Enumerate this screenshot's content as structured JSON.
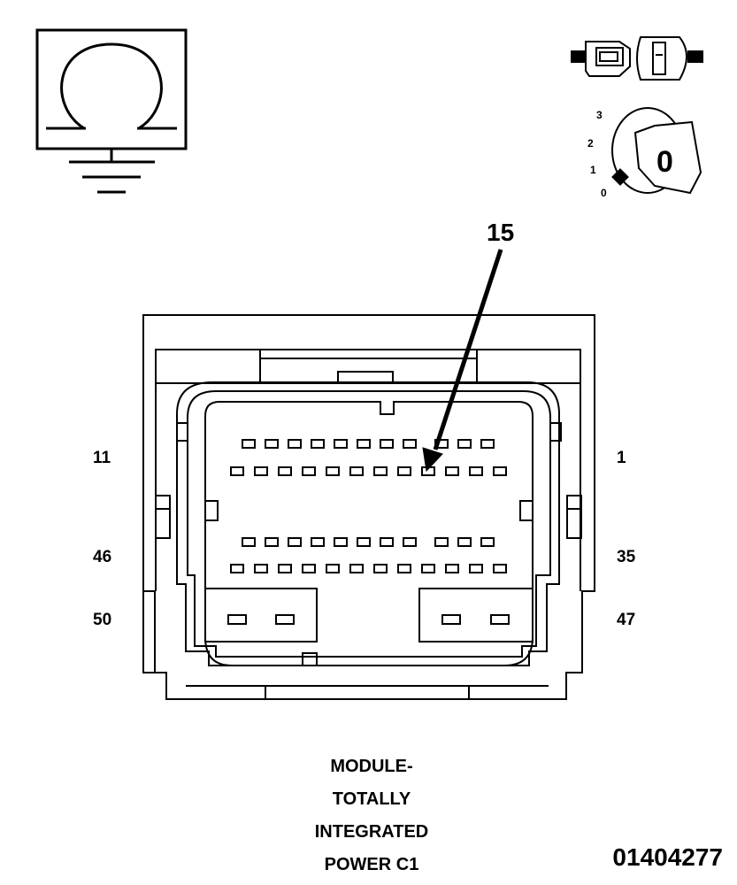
{
  "diagram": {
    "callout_pin": "15",
    "pin_labels": {
      "top_left": "11",
      "top_right": "1",
      "mid_left": "46",
      "mid_right": "35",
      "bottom_left": "50",
      "bottom_right": "47"
    },
    "ignition_key": {
      "positions": [
        "3",
        "2",
        "1",
        "0"
      ],
      "key_letter": "0"
    },
    "caption_lines": [
      "MODULE-",
      "TOTALLY",
      "INTEGRATED",
      "POWER C1"
    ],
    "reference_number": "01404277"
  }
}
